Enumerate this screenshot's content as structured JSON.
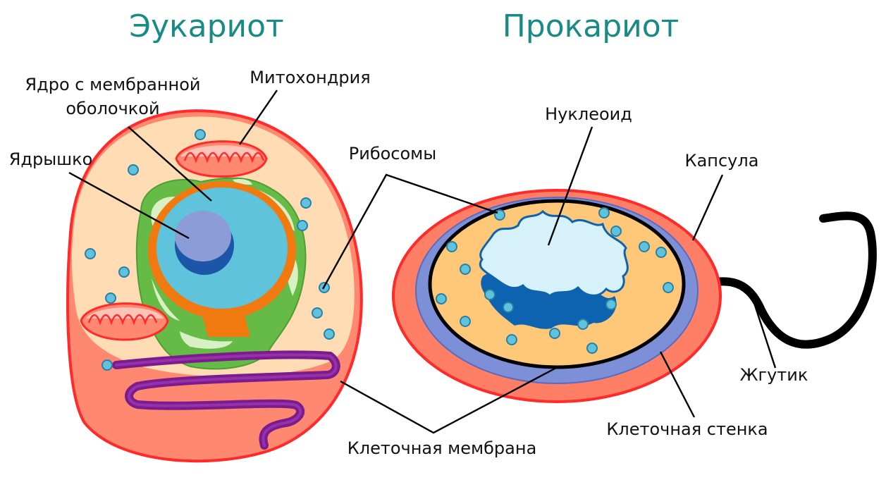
{
  "titles": {
    "eukaryote": "Эукариот",
    "prokaryote": "Прокариот"
  },
  "labels": {
    "nucleus_membrane_line1": "Ядро с мембранной",
    "nucleus_membrane_line2": "оболочкой",
    "mitochondria": "Митохондрия",
    "nucleolus": "Ядрышко",
    "ribosomes": "Рибосомы",
    "nucleoid": "Нуклеоид",
    "capsule": "Капсула",
    "flagellum": "Жгутик",
    "cell_wall": "Клеточная стенка",
    "cell_membrane": "Клеточная мембрана"
  },
  "colors": {
    "title": "#1a8a84",
    "cell_outline": "#ff2a2a",
    "cytoplasm": "#ffdcb3",
    "cell_base": "#ff7f66",
    "nucleus": "#5fc3dc",
    "nucleus_envelope": "#f07a10",
    "nucleolus": "#8c9cd6",
    "nucleolus_shadow": "#1c56a8",
    "er": "#66bb46",
    "er_light": "#d8f0c4",
    "golgi": "#7b1c8c",
    "ribosome": "#5fc3dc",
    "prokaryote_cytoplasm": "#ffc878",
    "nucleoid": "#d7f1fb",
    "nucleoid_dark": "#0d63b0",
    "cell_wall": "#7d8fd6",
    "capsule": "#ff7f66",
    "flagellum": "#000000"
  }
}
